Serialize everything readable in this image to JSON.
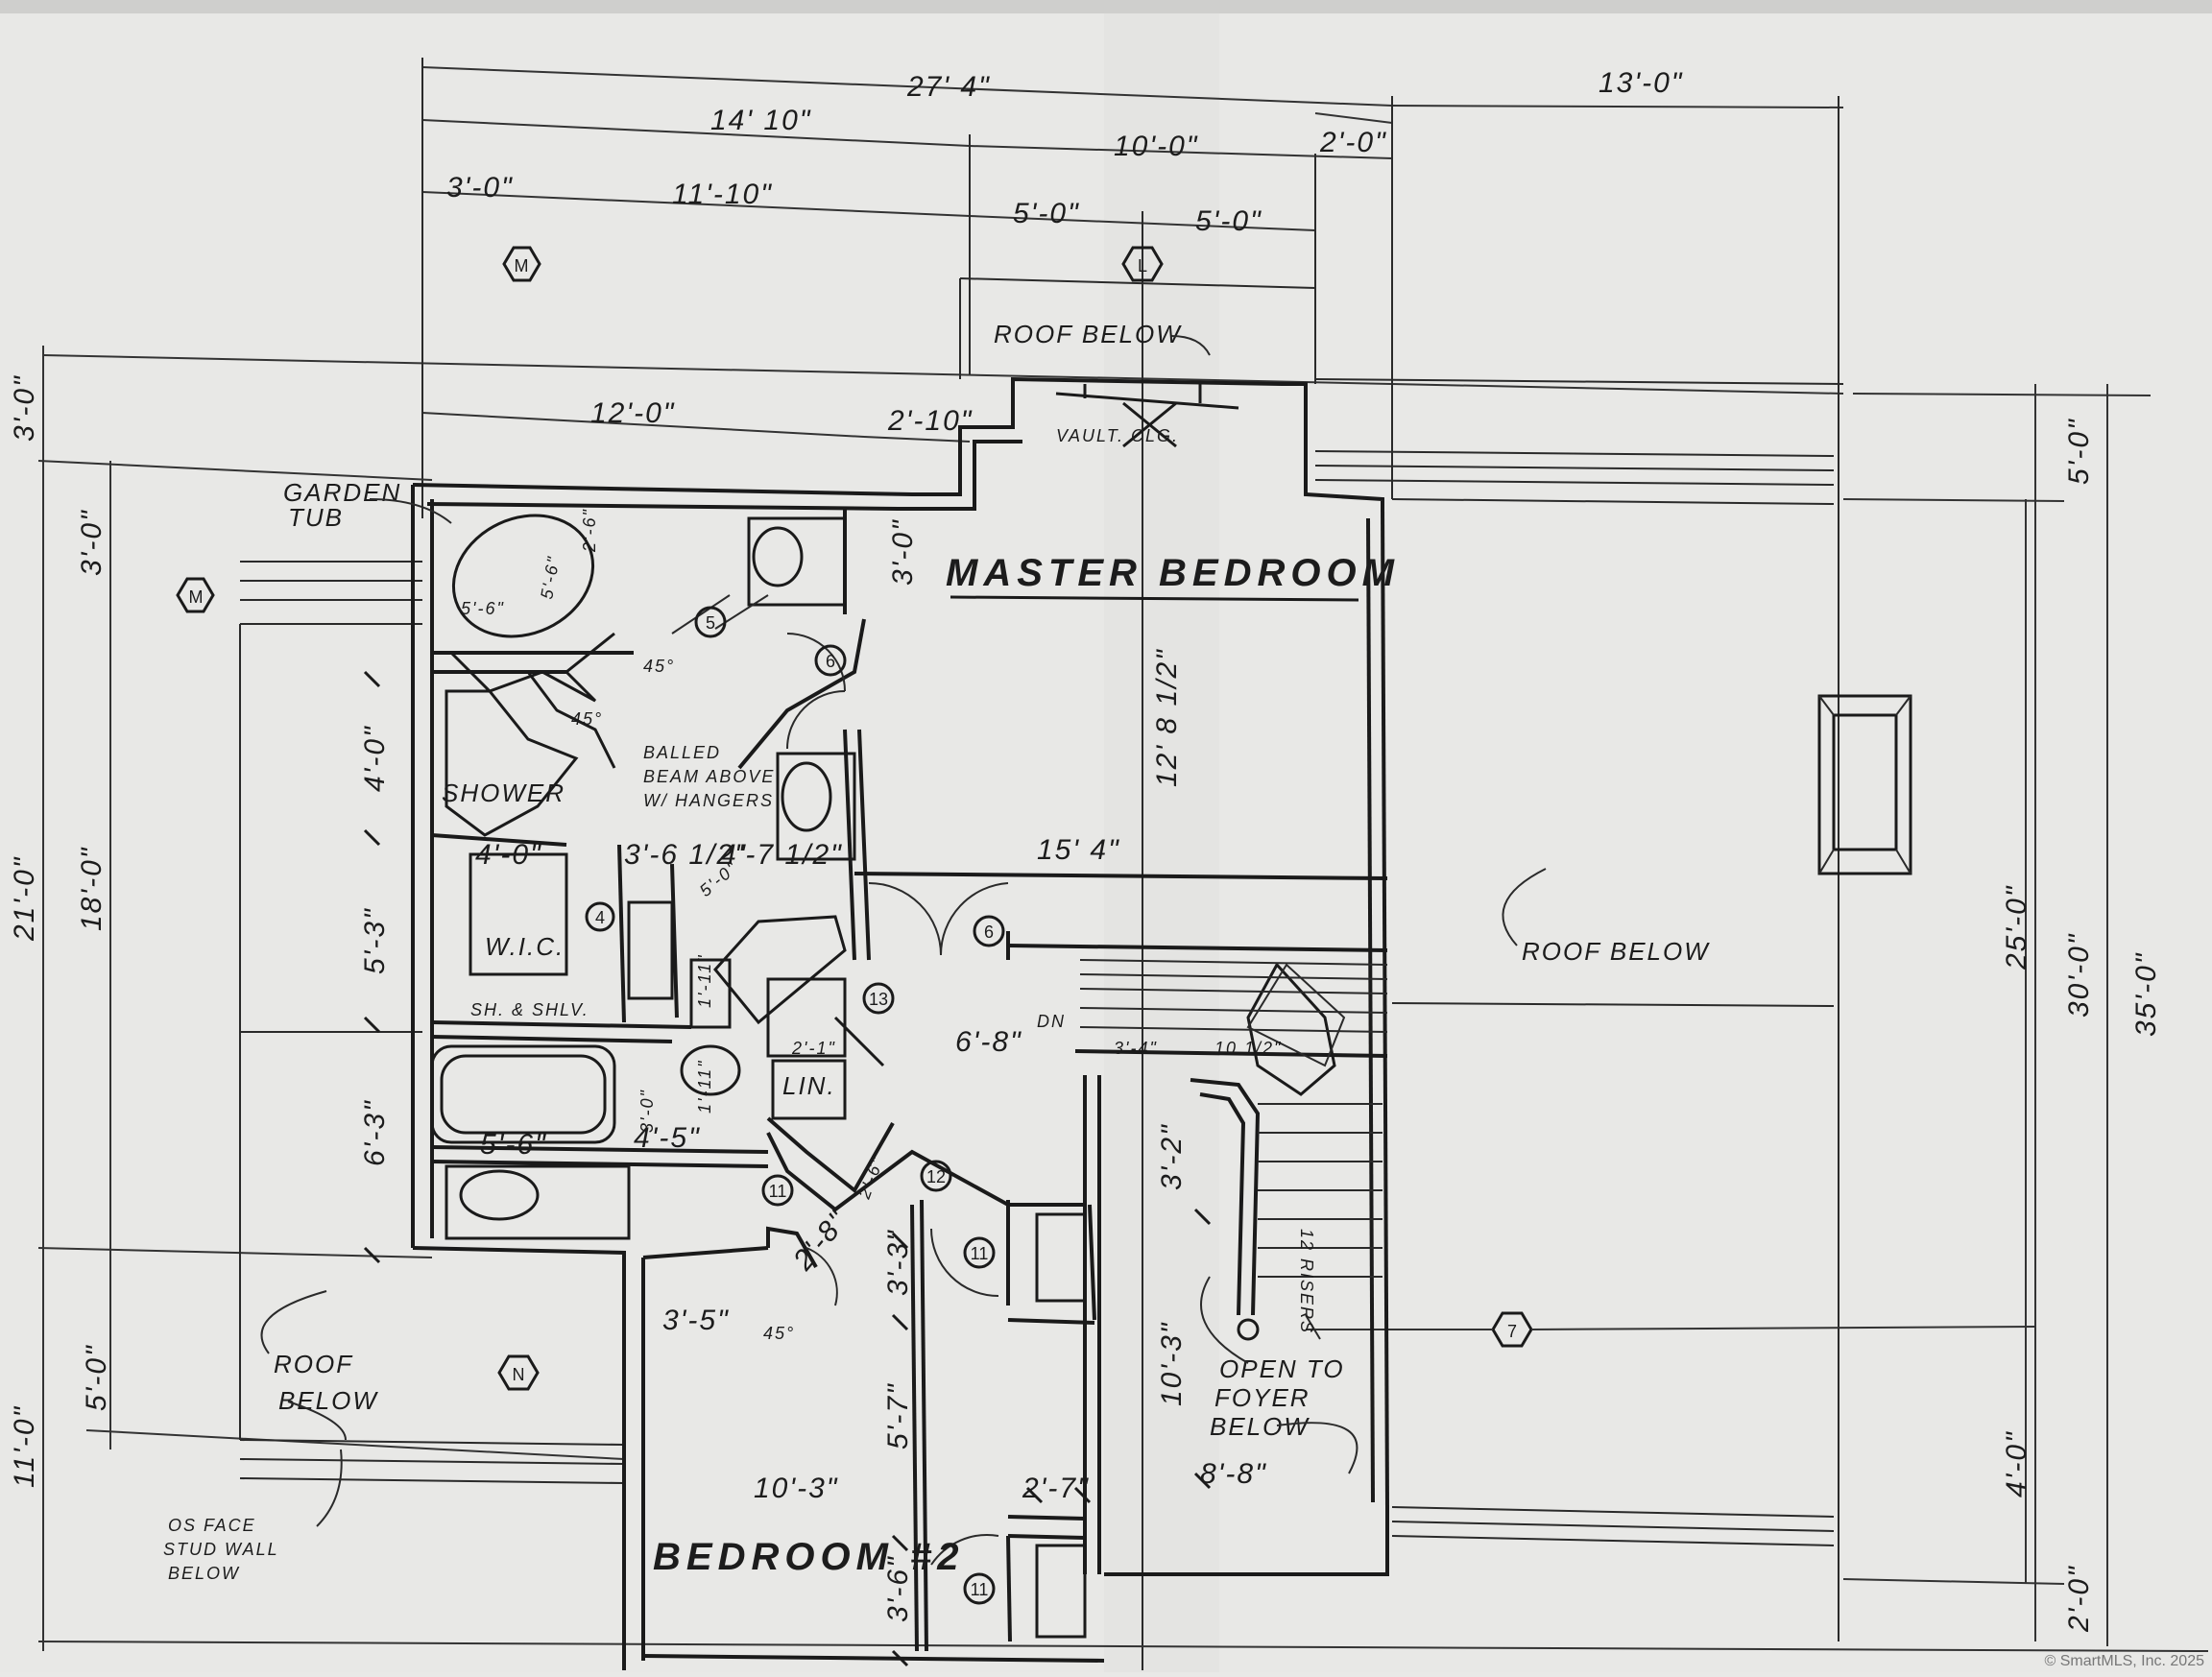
{
  "dims_top": {
    "total": "27' 4\"",
    "right": "13'-0\"",
    "left_14": "14' 10\"",
    "mid_10": "10'-0\"",
    "two": "2'-0\"",
    "three": "3'-0\"",
    "eleven": "11'-10\"",
    "five_a": "5'-0\"",
    "five_b": "5'-0\"",
    "twelve": "12'-0\"",
    "two_ten": "2'-10\""
  },
  "dims_left": {
    "three_top": "3'-0\"",
    "three_b": "3'-0\"",
    "twenty_one": "21'-0\"",
    "eighteen": "18'-0\"",
    "eleven": "11'-0\"",
    "five": "5'-0\""
  },
  "dims_right": {
    "thirty_five": "35'-0\"",
    "thirty": "30'-0\"",
    "twenty_five": "25'-0\"",
    "five": "5'-0\"",
    "four": "4'-0\"",
    "two": "2'-0\""
  },
  "grid": {
    "m_top": "M",
    "l_top": "L",
    "m_left": "M",
    "n_bottom": "N",
    "seven_right": "7"
  },
  "labels": {
    "master": "MASTER BEDROOM",
    "bedroom2": "BEDROOM #2",
    "shower": "SHOWER",
    "wic": "W.I.C.",
    "lin": "LIN.",
    "garden_tub_1": "GARDEN",
    "garden_tub_2": "TUB",
    "roof_below_top": "ROOF BELOW",
    "roof_below_right_1": "ROOF BELOW",
    "roof_below_left_1": "ROOF",
    "roof_below_left_2": "BELOW",
    "vault": "VAULT. CLG.",
    "beam_1": "BALLED",
    "beam_2": "BEAM ABOVE",
    "beam_3": "W/ HANGERS",
    "open_1": "OPEN TO",
    "open_2": "FOYER",
    "open_3": "BELOW",
    "face_1": "OS FACE",
    "face_2": "STUD WALL",
    "face_3": "BELOW",
    "sh_shelf": "SH. & SHLV.",
    "dn": "DN",
    "up_stairs": "12 RISERS",
    "credit": "© SmartMLS, Inc. 2025"
  },
  "room_dims": {
    "r15_4": "15' 4\"",
    "r12_8": "12' 8 1/2\"",
    "r4_0": "4'-0\"",
    "r5_3": "5'-3\"",
    "r6_3": "6'-3\"",
    "r5_6": "5'-6\"",
    "r4_0b": "4'-0\"",
    "r3_6": "3'-6 1/2\"",
    "r4_7": "4'-7 1/2\"",
    "r6_8": "6'-8\"",
    "r3_2": "3'-2\"",
    "r10_3": "10'-3\"",
    "r8_8": "8'-8\"",
    "r2_7": "2'-7\"",
    "r5_7": "5'-7\"",
    "r3_3": "3'-3\"",
    "r3_5": "3'-5\"",
    "r2_8": "2'-8\"",
    "r4_5": "4'-5\"",
    "r10_3b": "10'-3\"",
    "r3_6b": "3'-6\"",
    "r3_0": "3'-0\"",
    "r1_11": "1'-11\"",
    "r1_11b": "1'-11\"",
    "r2_1": "2'-1\"",
    "r2_6": "2'-6\"",
    "r45a": "45°",
    "r45b": "45°",
    "r45c": "45°",
    "r5_6c": "5'-6\"",
    "r5_6d": "5'-6\"",
    "r2_6b": "2'-6\"",
    "r3_0b": "3'-0\"",
    "r5_0": "5'-0\"",
    "r3_4": "3'-4\"",
    "r10_2": "10 1/2\""
  },
  "tags": {
    "t5": "5",
    "t6a": "6",
    "t6b": "6",
    "t4": "4",
    "t13": "13",
    "t11a": "11",
    "t11b": "11",
    "t11c": "11",
    "t12": "12"
  }
}
